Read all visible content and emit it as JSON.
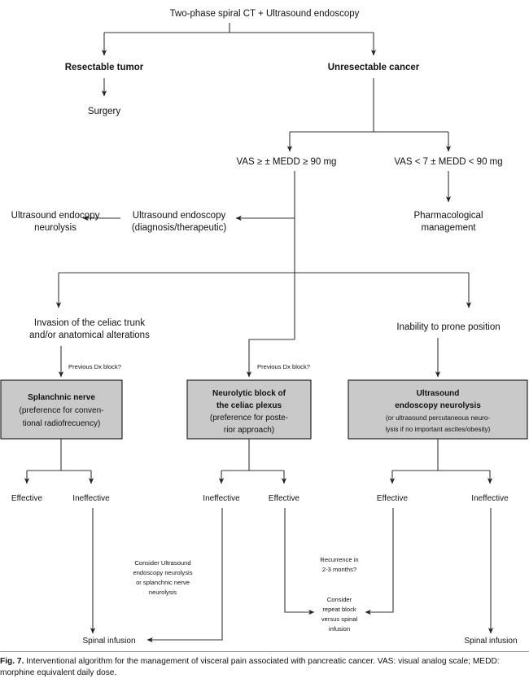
{
  "figure": {
    "caption_label": "Fig. 7.",
    "caption_text": "Interventional algorithm for the management of visceral pain associated with pancreatic cancer. VAS: visual analog scale; MEDD: morphine equivalent daily dose."
  },
  "colors": {
    "box_fill": "#c9c9c9",
    "box_stroke": "#000000",
    "line": "#333333",
    "text": "#111111",
    "background": "#ffffff"
  },
  "nodes": {
    "root": "Two-phase spiral CT + Ultrasound endoscopy",
    "resectable": "Resectable tumor",
    "unresectable": "Unresectable cancer",
    "surgery": "Surgery",
    "vas_high": "VAS ≥ ± MEDD ≥ 90 mg",
    "vas_low": "VAS < 7 ± MEDD < 90 mg",
    "us_endoscopy_l1": "Ultrasound endoscopy",
    "us_endoscopy_l2": "(diagnosis/therapeutic)",
    "us_neurolysis_l1": "Ultrasound endocopy",
    "us_neurolysis_l2": "neurolysis",
    "pharma_l1": "Pharmacological",
    "pharma_l2": "management",
    "invasion_l1": "Invasion of the celiac trunk",
    "invasion_l2": "and/or anatomical alterations",
    "prone": "Inability to prone position",
    "dx_block_left": "Previous Dx block?",
    "dx_block_mid": "Previous Dx block?",
    "box_splanchnic": {
      "lines": [
        "Splanchnic nerve",
        "(preference for conven-",
        "tional radiofrecuency)"
      ],
      "bold_lines": 1
    },
    "box_neurolytic": {
      "lines": [
        "Neurolytic block of",
        "the celiac plexus",
        "(preference for poste-",
        "rior approach)"
      ],
      "bold_lines": 2
    },
    "box_ultrasound": {
      "lines": [
        "Ultrasound",
        "endoscopy neurolysis",
        "(or ultrasound percutaneous neuro-",
        "lysis if no important ascites/obesity)"
      ],
      "bold_lines": 2
    },
    "outcomes": {
      "left_effective": "Effective",
      "left_ineffective": "Ineffective",
      "mid_ineffective": "Ineffective",
      "mid_effective": "Effective",
      "right_effective": "Effective",
      "right_ineffective": "Ineffective"
    },
    "consider_us_l1": "Consider Ultrasound",
    "consider_us_l2": "endoscopy neurolysis",
    "consider_us_l3": "or splanchnic nerve",
    "consider_us_l4": "neurolysis",
    "recurrence_l1": "Recurrence in",
    "recurrence_l2": "2-3 months?",
    "consider_repeat_l1": "Consider",
    "consider_repeat_l2": "repeat block",
    "consider_repeat_l3": "versus spinal",
    "consider_repeat_l4": "infusion",
    "spinal_left": "Spinal infusion",
    "spinal_right": "Spinal infusion"
  }
}
